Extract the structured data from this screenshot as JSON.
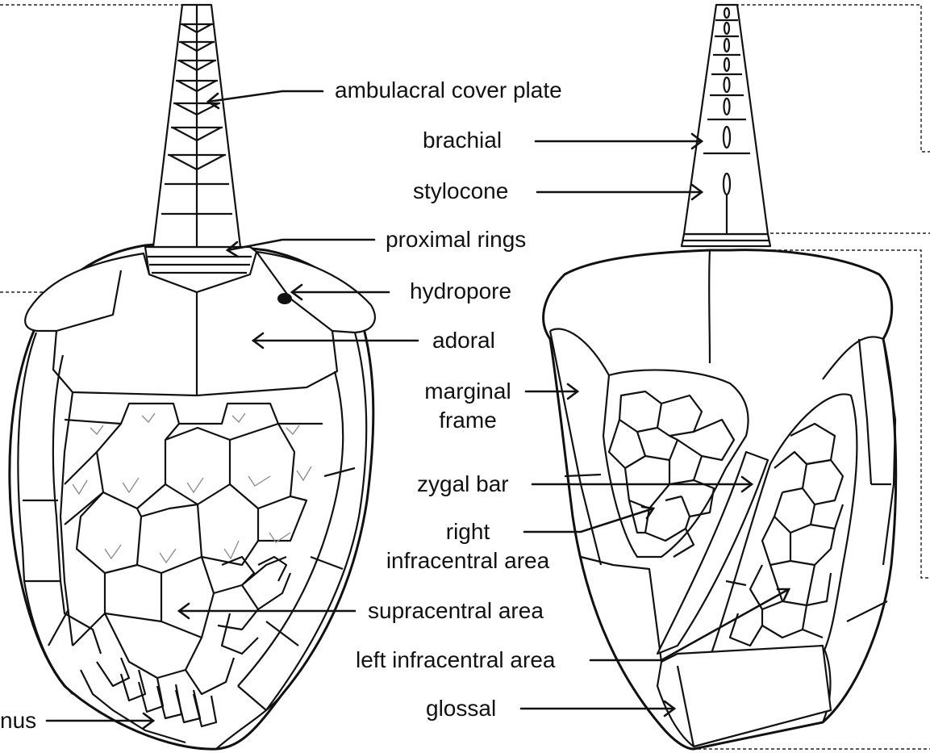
{
  "labels": {
    "ambulacral_cover_plate": "ambulacral cover plate",
    "brachial": "brachial",
    "stylocone": "stylocone",
    "proximal_rings": "proximal rings",
    "hydropore": "hydropore",
    "adoral": "adoral",
    "marginal_frame_line1": "marginal",
    "marginal_frame_line2": "frame",
    "zygal_bar": "zygal bar",
    "right_infracentral_line1": "right",
    "right_infracentral_line2": "infracentral area",
    "supracentral_area": "supracentral area",
    "left_infracentral_area": "left infracentral area",
    "glossal": "glossal",
    "anus_partial": "nus"
  },
  "colors": {
    "line": "#111111",
    "background": "#ffffff",
    "growth_tick": "#888888",
    "hydropore_fill": "#111111"
  }
}
